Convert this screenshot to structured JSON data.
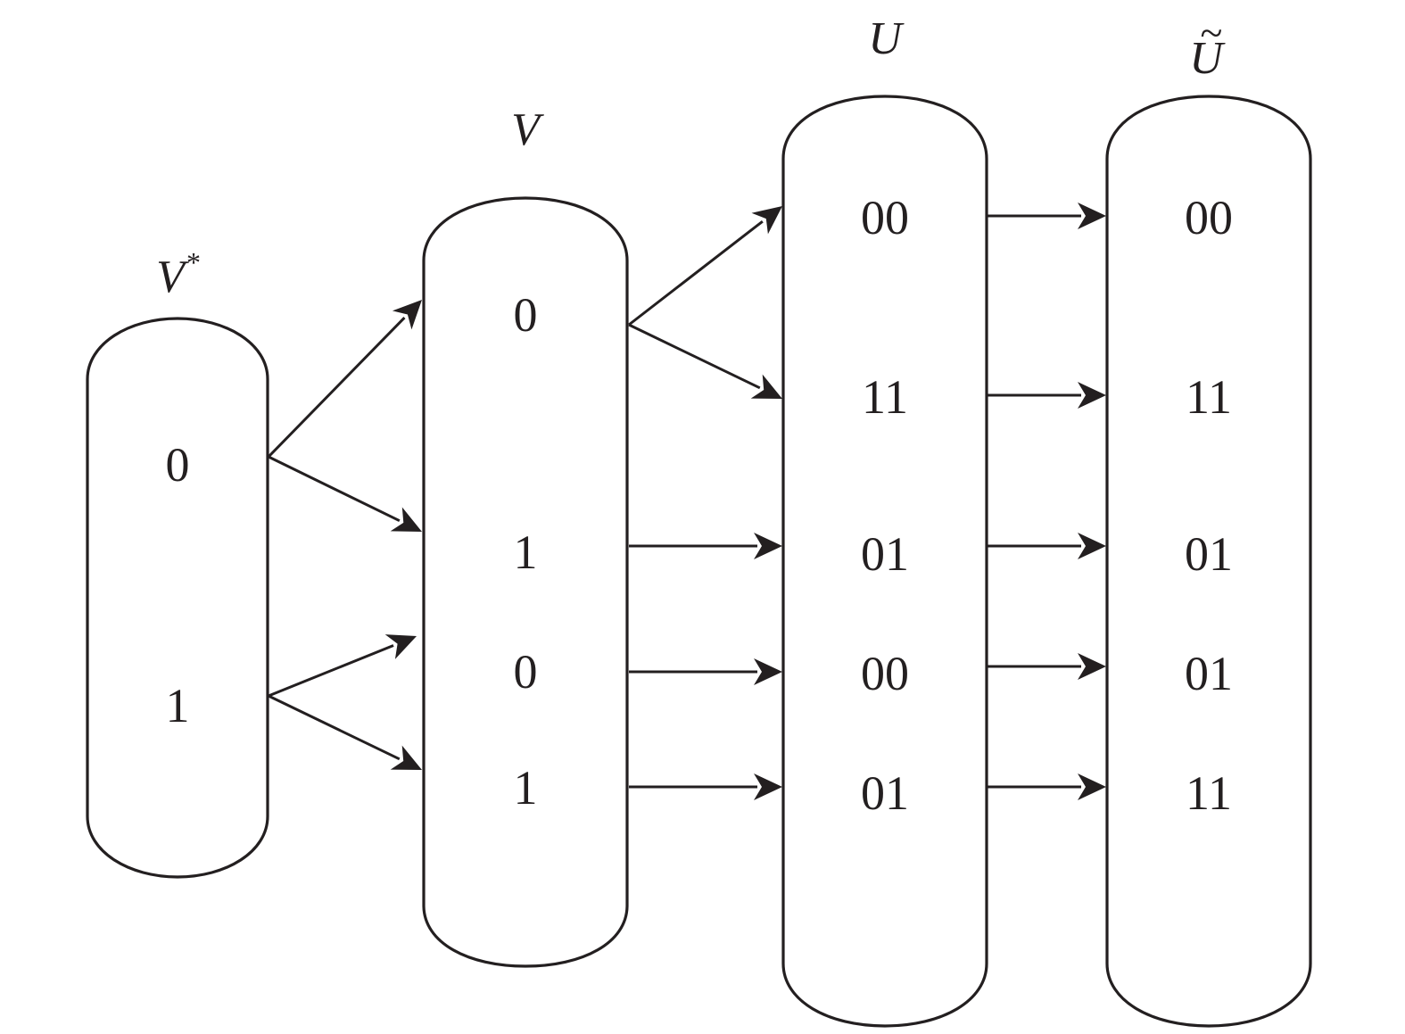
{
  "diagram": {
    "columns": [
      {
        "id": "vstar",
        "title": "V",
        "title_superscript": "*",
        "title_accent": "",
        "values": [
          "0",
          "1"
        ]
      },
      {
        "id": "v",
        "title": "V",
        "title_superscript": "",
        "title_accent": "",
        "values": [
          "0",
          "1",
          "0",
          "1"
        ]
      },
      {
        "id": "u",
        "title": "U",
        "title_superscript": "",
        "title_accent": "",
        "values": [
          "00",
          "11",
          "01",
          "00",
          "01"
        ]
      },
      {
        "id": "utilde",
        "title": "U",
        "title_superscript": "",
        "title_accent": "~",
        "values": [
          "00",
          "11",
          "01",
          "01",
          "11"
        ]
      }
    ],
    "edges": [
      {
        "from": "vstar.0",
        "to": "v.0"
      },
      {
        "from": "vstar.0",
        "to": "v.1"
      },
      {
        "from": "vstar.1",
        "to": "v.2"
      },
      {
        "from": "vstar.1",
        "to": "v.3"
      },
      {
        "from": "v.0",
        "to": "u.0"
      },
      {
        "from": "v.0",
        "to": "u.1"
      },
      {
        "from": "v.1",
        "to": "u.2"
      },
      {
        "from": "v.2",
        "to": "u.3"
      },
      {
        "from": "v.3",
        "to": "u.4"
      },
      {
        "from": "u.0",
        "to": "utilde.0"
      },
      {
        "from": "u.1",
        "to": "utilde.1"
      },
      {
        "from": "u.2",
        "to": "utilde.2"
      },
      {
        "from": "u.3",
        "to": "utilde.3"
      },
      {
        "from": "u.4",
        "to": "utilde.4"
      }
    ],
    "colors": {
      "stroke": "#231f20",
      "background": "#ffffff"
    }
  }
}
